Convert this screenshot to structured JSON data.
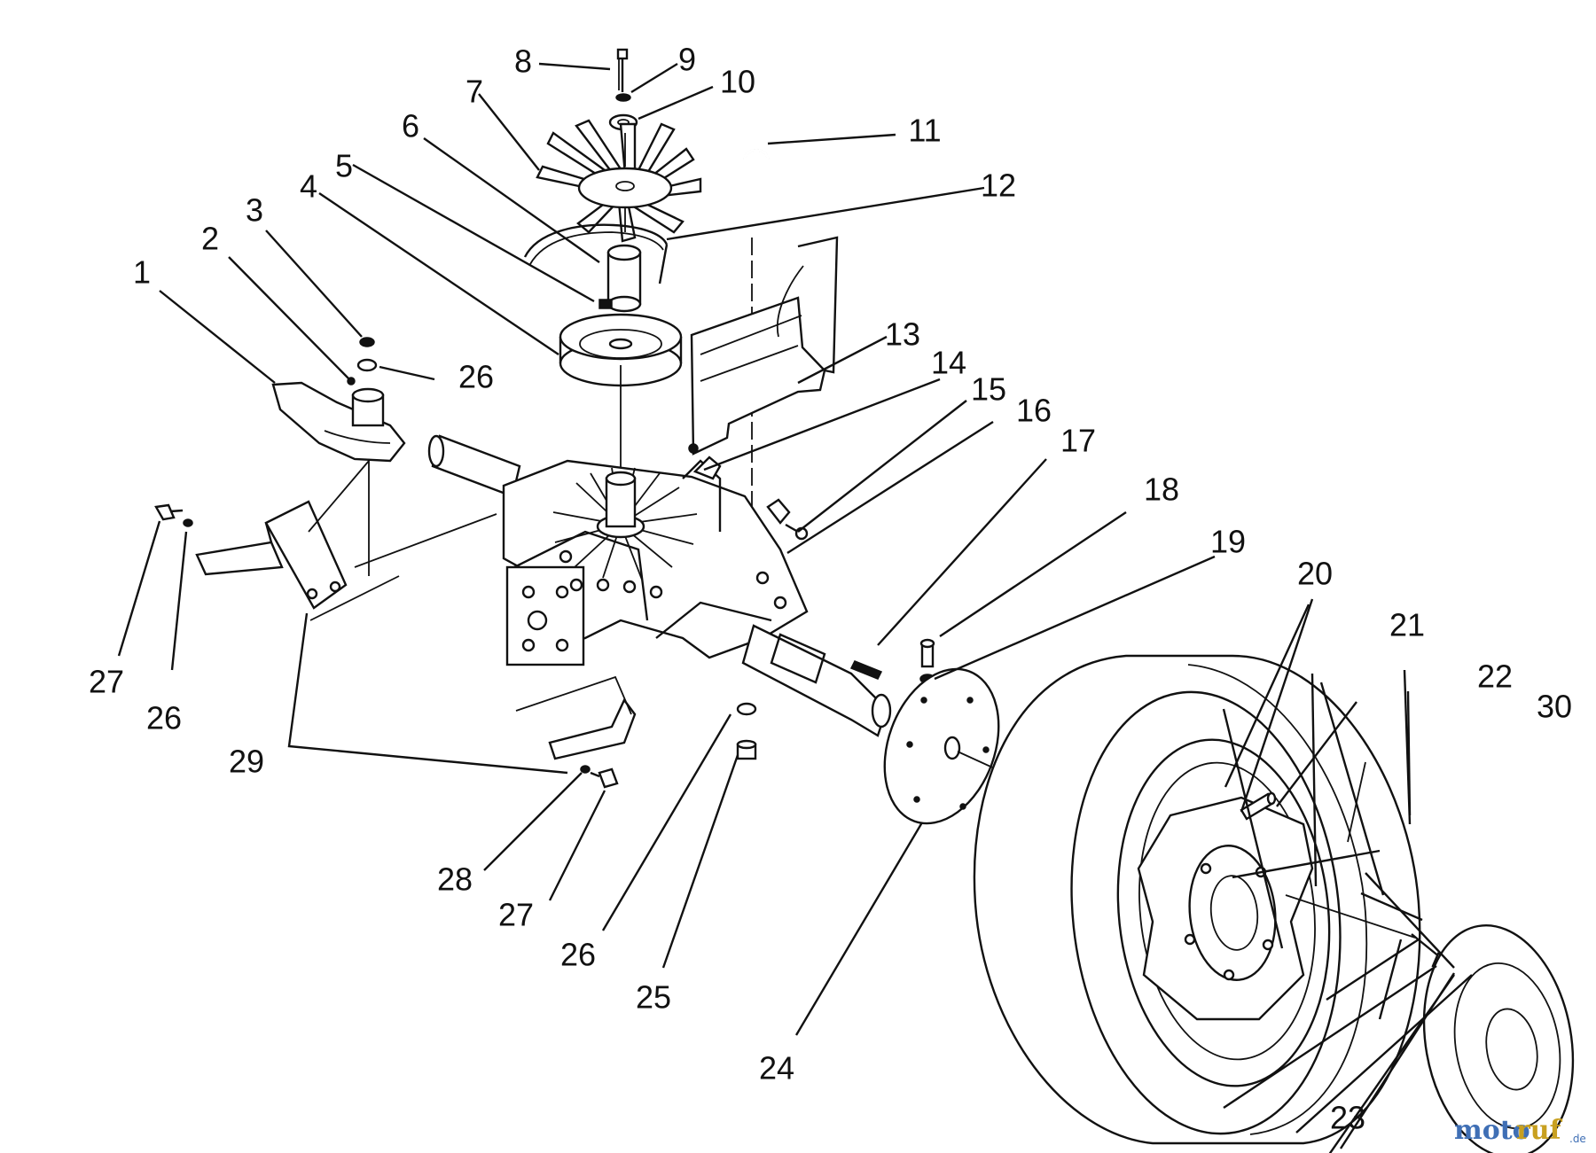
{
  "diagram": {
    "callouts": [
      {
        "id": "c1",
        "label": "1"
      },
      {
        "id": "c2",
        "label": "2"
      },
      {
        "id": "c3",
        "label": "3"
      },
      {
        "id": "c4",
        "label": "4"
      },
      {
        "id": "c5",
        "label": "5"
      },
      {
        "id": "c6",
        "label": "6"
      },
      {
        "id": "c7",
        "label": "7"
      },
      {
        "id": "c8",
        "label": "8"
      },
      {
        "id": "c9",
        "label": "9"
      },
      {
        "id": "c10",
        "label": "10"
      },
      {
        "id": "c11",
        "label": "11"
      },
      {
        "id": "c12",
        "label": "12"
      },
      {
        "id": "c13",
        "label": "13"
      },
      {
        "id": "c14",
        "label": "14"
      },
      {
        "id": "c15",
        "label": "15"
      },
      {
        "id": "c16",
        "label": "16"
      },
      {
        "id": "c17",
        "label": "17"
      },
      {
        "id": "c18",
        "label": "18"
      },
      {
        "id": "c19",
        "label": "19"
      },
      {
        "id": "c20",
        "label": "20"
      },
      {
        "id": "c21",
        "label": "21"
      },
      {
        "id": "c22",
        "label": "22"
      },
      {
        "id": "c23",
        "label": "23"
      },
      {
        "id": "c24",
        "label": "24"
      },
      {
        "id": "c25",
        "label": "25"
      },
      {
        "id": "c26a",
        "label": "26"
      },
      {
        "id": "c26b",
        "label": "26"
      },
      {
        "id": "c26c",
        "label": "26"
      },
      {
        "id": "c27a",
        "label": "27"
      },
      {
        "id": "c27b",
        "label": "27"
      },
      {
        "id": "c28",
        "label": "28"
      },
      {
        "id": "c29",
        "label": "29"
      },
      {
        "id": "c30",
        "label": "30"
      }
    ]
  },
  "watermark": {
    "brand_left": "moto",
    "brand_right": "ruf",
    "suffix": ".de"
  }
}
